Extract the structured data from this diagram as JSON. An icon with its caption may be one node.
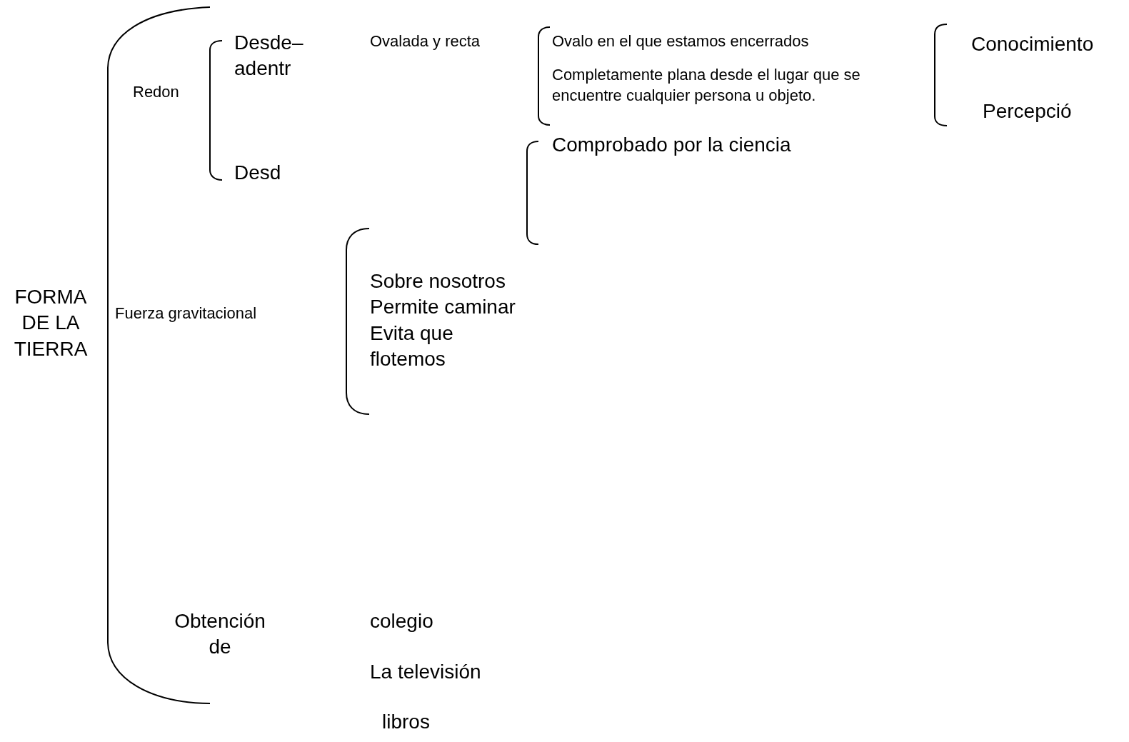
{
  "diagram": {
    "labels": [
      "FORMA DE LA TIERRA",
      "Redon",
      "Desde– adentr",
      "Ovalada y recta",
      "Ovalo en el que estamos encerrados",
      "Completamente plana desde el lugar que se encuentre cualquier persona u objeto.",
      "Conocimiento",
      "Percepció",
      "Comprobado por la ciencia",
      "Desd",
      "Fuerza gravitacional",
      "Sobre nosotros",
      "Permite caminar",
      "Evita que flotemos",
      "Obtención de",
      "colegio",
      "La televisión",
      "libros"
    ]
  }
}
